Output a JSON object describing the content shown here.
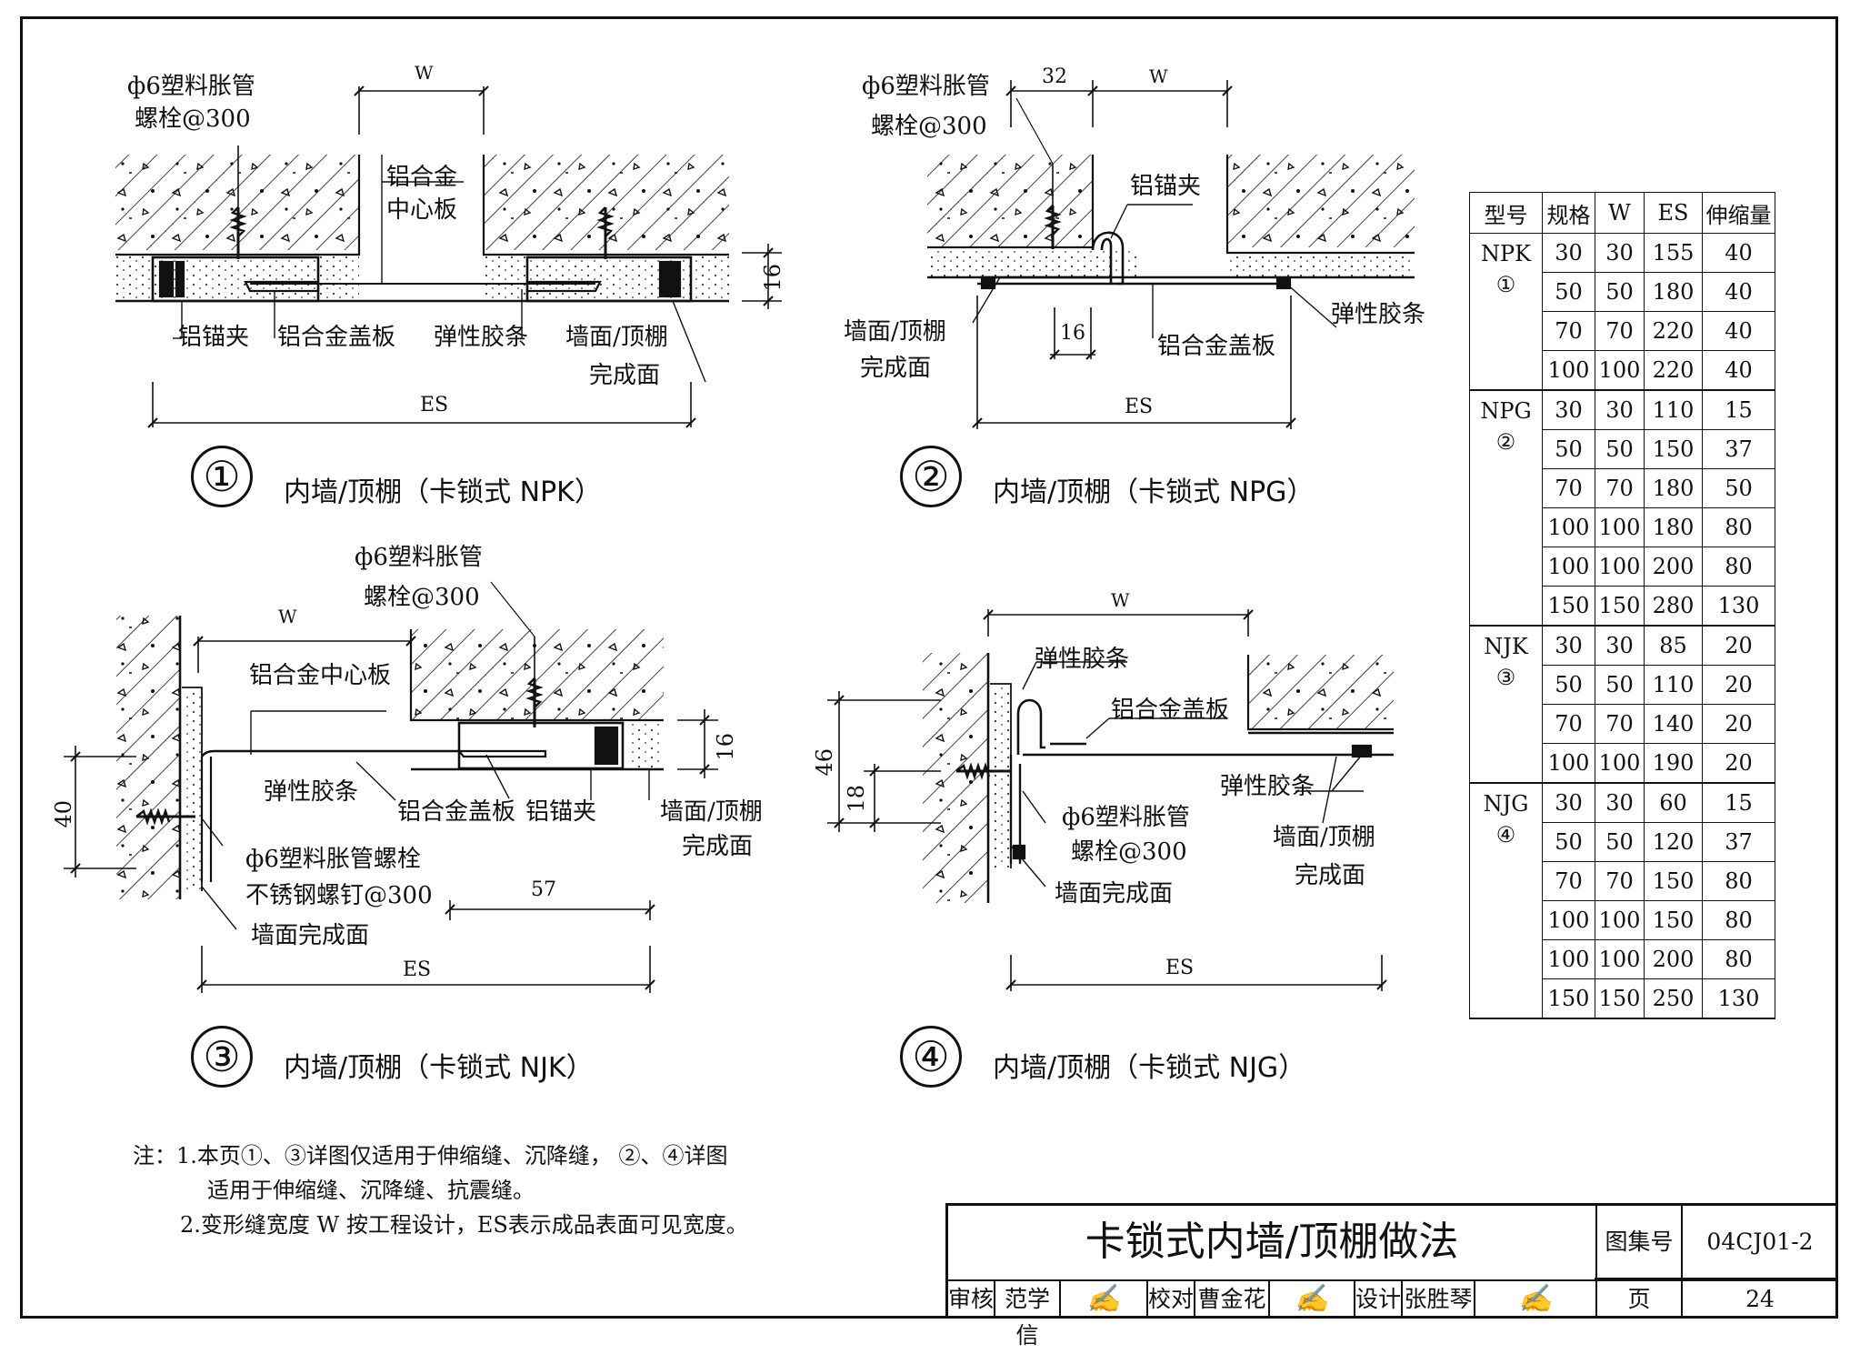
{
  "details": [
    {
      "num": "①",
      "caption": "内墙/顶棚（卡锁式 NPK）",
      "labels": {
        "bolt1": "ф6塑料胀管",
        "bolt2": "螺栓@300",
        "w": "W",
        "center1": "铝合金",
        "center2": "中心板",
        "dim16": "16",
        "anchor": "铝锚夹",
        "cover": "铝合金盖板",
        "rubber": "弹性胶条",
        "finish1": "墙面/顶棚",
        "finish2": "完成面",
        "es": "ES"
      }
    },
    {
      "num": "②",
      "caption": "内墙/顶棚（卡锁式 NPG）",
      "labels": {
        "bolt1": "ф6塑料胀管",
        "bolt2": "螺栓@300",
        "d32": "32",
        "w": "W",
        "anchor": "铝锚夹",
        "finish1": "墙面/顶棚",
        "finish2": "完成面",
        "d16": "16",
        "cover": "铝合金盖板",
        "rubber": "弹性胶条",
        "es": "ES"
      }
    },
    {
      "num": "③",
      "caption": "内墙/顶棚（卡锁式 NJK）",
      "labels": {
        "bolt1": "ф6塑料胀管",
        "bolt2": "螺栓@300",
        "w": "W",
        "center": "铝合金中心板",
        "dim16": "16",
        "dim40": "40",
        "rubber": "弹性胶条",
        "cover": "铝合金盖板",
        "anchor": "铝锚夹",
        "finish1": "墙面/顶棚",
        "finish2": "完成面",
        "boltside1": "ф6塑料胀管螺栓",
        "boltside2": "不锈钢螺钉@300",
        "d57": "57",
        "wallfinish": "墙面完成面",
        "es": "ES"
      }
    },
    {
      "num": "④",
      "caption": "内墙/顶棚（卡锁式 NJG）",
      "labels": {
        "w": "W",
        "rubber1": "弹性胶条",
        "cover": "铝合金盖板",
        "d46": "46",
        "d18": "18",
        "rubber2": "弹性胶条",
        "bolt1": "ф6塑料胀管",
        "bolt2": "螺栓@300",
        "finish1": "墙面/顶棚",
        "finish2": "完成面",
        "wallfinish": "墙面完成面",
        "es": "ES"
      }
    }
  ],
  "table": {
    "headers": [
      "型号",
      "规格",
      "W",
      "ES",
      "伸缩量"
    ],
    "groups": [
      {
        "type": "NPK",
        "mark": "①",
        "rows": [
          [
            "30",
            "30",
            "155",
            "40"
          ],
          [
            "50",
            "50",
            "180",
            "40"
          ],
          [
            "70",
            "70",
            "220",
            "40"
          ],
          [
            "100",
            "100",
            "220",
            "40"
          ]
        ]
      },
      {
        "type": "NPG",
        "mark": "②",
        "rows": [
          [
            "30",
            "30",
            "110",
            "15"
          ],
          [
            "50",
            "50",
            "150",
            "37"
          ],
          [
            "70",
            "70",
            "180",
            "50"
          ],
          [
            "100",
            "100",
            "180",
            "80"
          ],
          [
            "100",
            "100",
            "200",
            "80"
          ],
          [
            "150",
            "150",
            "280",
            "130"
          ]
        ]
      },
      {
        "type": "NJK",
        "mark": "③",
        "rows": [
          [
            "30",
            "30",
            "85",
            "20"
          ],
          [
            "50",
            "50",
            "110",
            "20"
          ],
          [
            "70",
            "70",
            "140",
            "20"
          ],
          [
            "100",
            "100",
            "190",
            "20"
          ]
        ]
      },
      {
        "type": "NJG",
        "mark": "④",
        "rows": [
          [
            "30",
            "30",
            "60",
            "15"
          ],
          [
            "50",
            "50",
            "120",
            "37"
          ],
          [
            "70",
            "70",
            "150",
            "80"
          ],
          [
            "100",
            "100",
            "150",
            "80"
          ],
          [
            "100",
            "100",
            "200",
            "80"
          ],
          [
            "150",
            "150",
            "250",
            "130"
          ]
        ]
      }
    ]
  },
  "notes": {
    "prefix": "注：",
    "n1a": "1.本页①、③详图仅适用于伸缩缝、沉降缝，  ②、④详图",
    "n1b": "适用于伸缩缝、沉降缝、抗震缝。",
    "n2": "2.变形缝宽度 W 按工程设计，ES表示成品表面可见宽度。"
  },
  "titleblock": {
    "title": "卡锁式内墙/顶棚做法",
    "atlas_label": "图集号",
    "atlas_no": "04CJ01-2",
    "review_label": "审核",
    "reviewer": "范学信",
    "check_label": "校对",
    "checker": "曹金花",
    "design_label": "设计",
    "designer": "张胜琴",
    "page_label": "页",
    "page_no": "24"
  }
}
